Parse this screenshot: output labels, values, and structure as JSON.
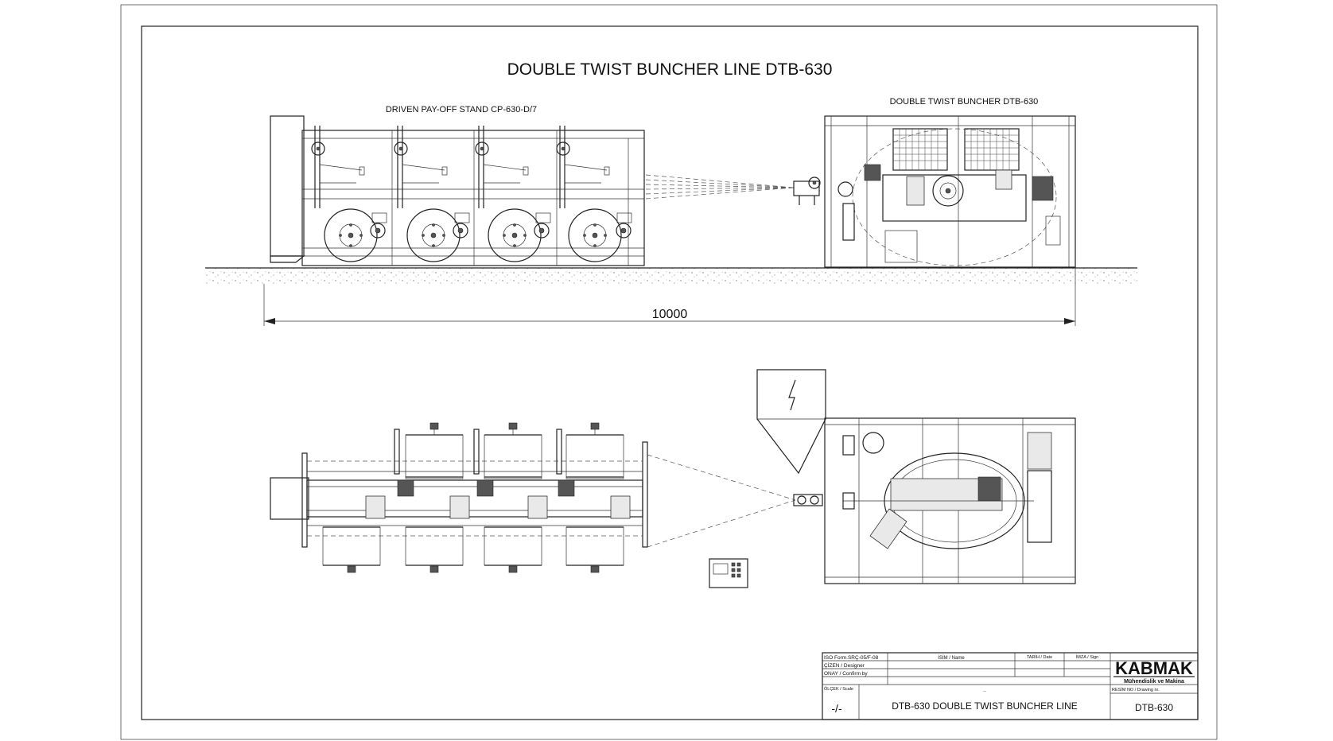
{
  "title": "DOUBLE TWIST BUNCHER LINE DTB-630",
  "labels": {
    "payoff": "DRIVEN PAY-OFF STAND CP-630-D/7",
    "buncher": "DOUBLE TWIST BUNCHER DTB-630",
    "dimension": "10000"
  },
  "title_block": {
    "iso_form": "ISO Form.SRÇ-05/F-08",
    "name_header": "İSİM / Name",
    "date_header": "TARİH / Date",
    "sign_header": "İMZA / Sign",
    "designer": "ÇİZEN / Designer",
    "confirm": "ONAY / Confirm by",
    "scale_label": "ÖLÇEK / Scale",
    "scale_value": "-/-",
    "small_mark": "..",
    "description": "DTB-630 DOUBLE TWIST BUNCHER LINE",
    "company": "KABMAK",
    "company_sub": "Mühendislik ve Makina",
    "drawing_no_label": "RESİM NO / Drawing nr.",
    "drawing_no": "DTB-630"
  },
  "symbols": {
    "electrical_cabinet": "lightning-icon"
  }
}
